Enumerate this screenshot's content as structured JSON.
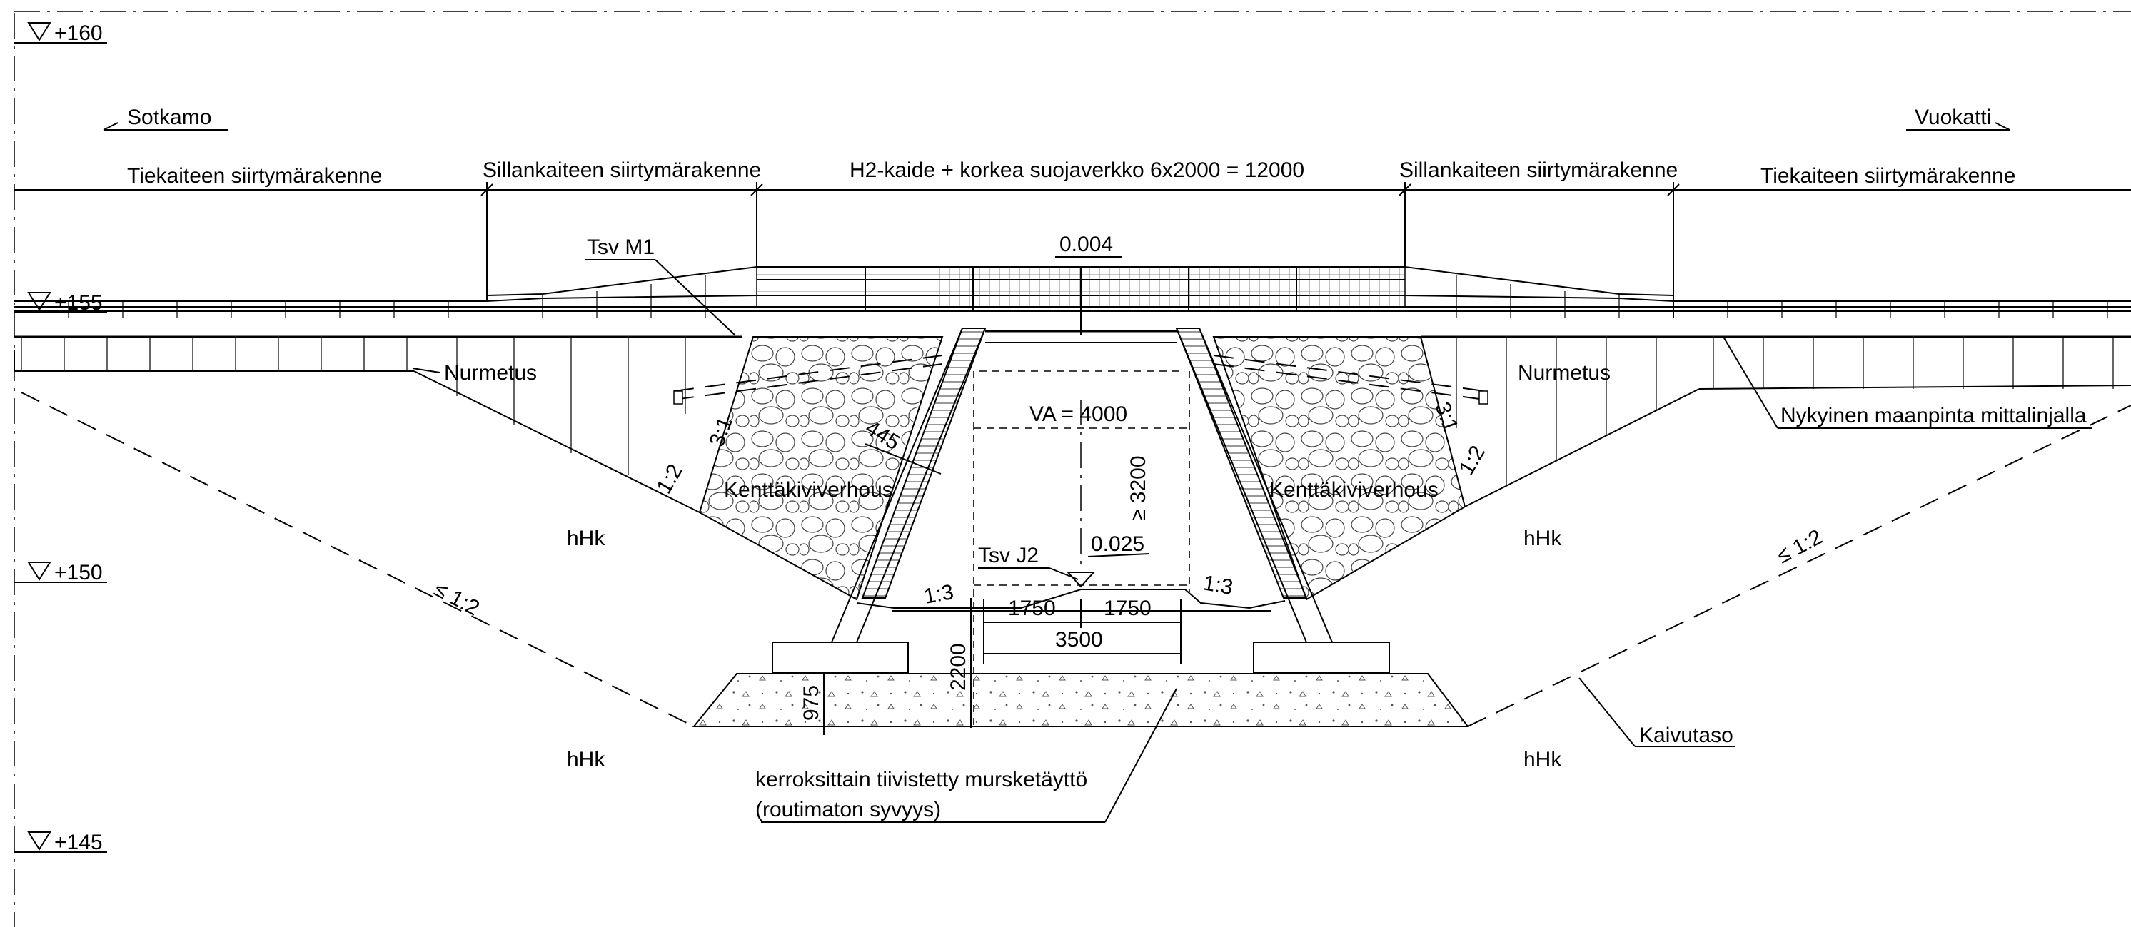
{
  "directions": {
    "left": "Sotkamo",
    "right": "Vuokatti"
  },
  "levels": [
    "+160",
    "+155",
    "+150",
    "+145"
  ],
  "segments": {
    "road_transition_left": "Tiekaiteen siirtymärakenne",
    "bridge_transition_left": "Sillankaiteen siirtymärakenne",
    "center": "H2-kaide + korkea suojaverkko 6x2000 = 12000",
    "bridge_transition_right": "Sillankaiteen siirtymärakenne",
    "road_transition_right": "Tiekaiteen siirtymärakenne"
  },
  "labels": {
    "tsv_m1": "Tsv M1",
    "deck_slope": "0.004",
    "grass_left": "Nurmetus",
    "grass_right": "Nurmetus",
    "existing_ground": "Nykyinen maanpinta mittalinjalla",
    "stone_left": "Kenttäkiviverhous",
    "stone_right": "Kenttäkiviverhous",
    "clearance_width": "VA = 4000",
    "clearance_height": "≥ 3200",
    "dim_445": "445",
    "tsv_j2": "Tsv J2",
    "invert_slope": "0.025",
    "dim_1750_left": "1750",
    "dim_1750_right": "1750",
    "dim_3500": "3500",
    "dim_2200": "2200",
    "dim_975": "975",
    "slope_3_1_left": "3:1",
    "slope_1_2_left": "1:2",
    "slope_1_3_left": "1:3",
    "slope_1_3_right": "1:3",
    "slope_3_1_right": "3:1",
    "slope_1_2_right": "1:2",
    "slope_le_1_2_left": "≤ 1:2",
    "slope_le_1_2_right": "≤ 1:2",
    "soil_1": "hHk",
    "soil_2": "hHk",
    "soil_3": "hHk",
    "soil_4": "hHk",
    "excavation": "Kaivutaso",
    "fill_line1": "kerroksittain tiivistetty mursketäyttö",
    "fill_line2": "(routimaton syvyys)"
  }
}
